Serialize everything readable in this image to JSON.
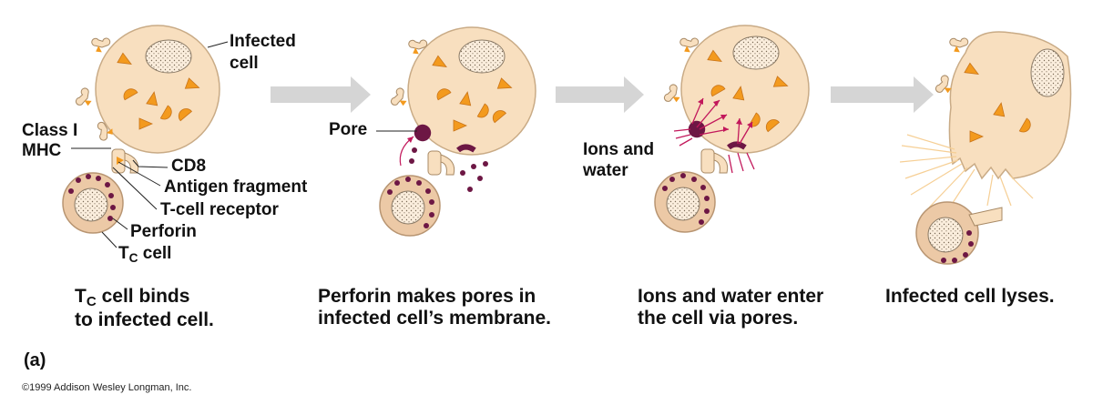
{
  "labels": {
    "infected_cell_1": "Infected",
    "infected_cell_2": "cell",
    "class_i_1": "Class I",
    "class_i_2": "MHC",
    "cd8": "CD8",
    "antigen_fragment": "Antigen fragment",
    "tcell_receptor": "T-cell receptor",
    "perforin": "Perforin",
    "tc_cell_t": "T",
    "tc_cell_sub": "C",
    "tc_cell_rest": " cell",
    "pore": "Pore",
    "ions_1": "Ions and",
    "ions_2": "water"
  },
  "captions": {
    "step1_t": "T",
    "step1_sub": "C",
    "step1_rest": " cell binds",
    "step1_line2": "to infected cell.",
    "step2_line1": "Perforin makes pores in",
    "step2_line2": "infected cell’s membrane.",
    "step3_line1": "Ions and water enter",
    "step3_line2": "the cell via pores.",
    "step4_line1": "Infected cell lyses."
  },
  "panel_letter": "(a)",
  "copyright": "©1999 Addison Wesley Longman, Inc.",
  "colors": {
    "cell_fill": "#f8dfbf",
    "cell_stroke": "#c9ab86",
    "tcell_fill": "#ecc9a6",
    "antigen": "#f39a1e",
    "perforin": "#6d1744",
    "arrow": "#d5d5d5",
    "ion_arrow": "#c2185b"
  }
}
